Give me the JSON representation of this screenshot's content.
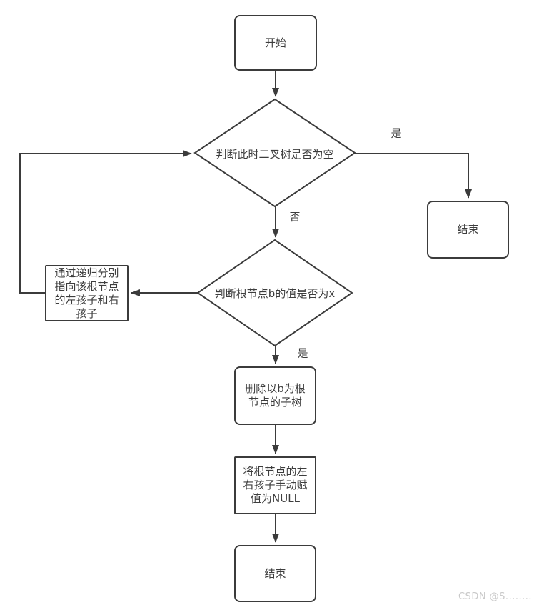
{
  "flowchart": {
    "title_hint": "binary tree subtree deletion flowchart",
    "colors": {
      "stroke": "#3b3b3b",
      "text": "#3d3d3d",
      "background": "#ffffff",
      "watermark": "#c9c9c9"
    },
    "nodes": {
      "start": {
        "label": "开始",
        "shape": "rounded-rect"
      },
      "check_empty": {
        "label": "判断此时二叉树是否为空",
        "shape": "diamond"
      },
      "end_right": {
        "label": "结束",
        "shape": "rounded-rect"
      },
      "check_value": {
        "label": "判断根节点b的值是否为x",
        "shape": "diamond"
      },
      "recurse": {
        "label": "通过递归分别\n指向该根节点\n的左孩子和右\n孩子",
        "shape": "rect"
      },
      "delete_subtree": {
        "label": "删除以b为根\n节点的子树",
        "shape": "rounded-rect"
      },
      "set_null": {
        "label": "将根节点的左\n右孩子手动赋\n值为NULL",
        "shape": "rect"
      },
      "end_bottom": {
        "label": "结束",
        "shape": "rounded-rect"
      }
    },
    "edge_labels": {
      "empty_yes": "是",
      "empty_no": "否",
      "value_yes": "是"
    }
  },
  "watermark": {
    "text": "CSDN @S........"
  }
}
